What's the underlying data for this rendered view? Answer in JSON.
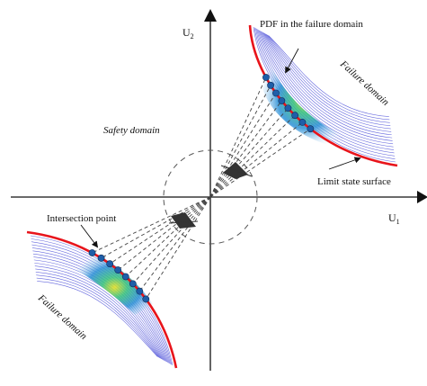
{
  "axes": {
    "u1_label": "U",
    "u1_sub": "1",
    "u2_label": "U",
    "u2_sub": "2"
  },
  "labels": {
    "pdf_failure": "PDF in the failure domain",
    "failure_domain_upper": "Failure domain",
    "safety_domain": "Safety domain",
    "limit_state_surface": "Limit state surface",
    "intersection_point": "Intersection point",
    "failure_domain_lower": "Failure domain"
  },
  "colors": {
    "limit_state": "#e8141b",
    "pdf_contour": "#4b4fd8",
    "intersection_marker": "#1f5ea8",
    "sampling_line": "#444444",
    "circle": "#555555"
  },
  "intersection_points": {
    "upper_count": 8,
    "lower_count": 8
  }
}
